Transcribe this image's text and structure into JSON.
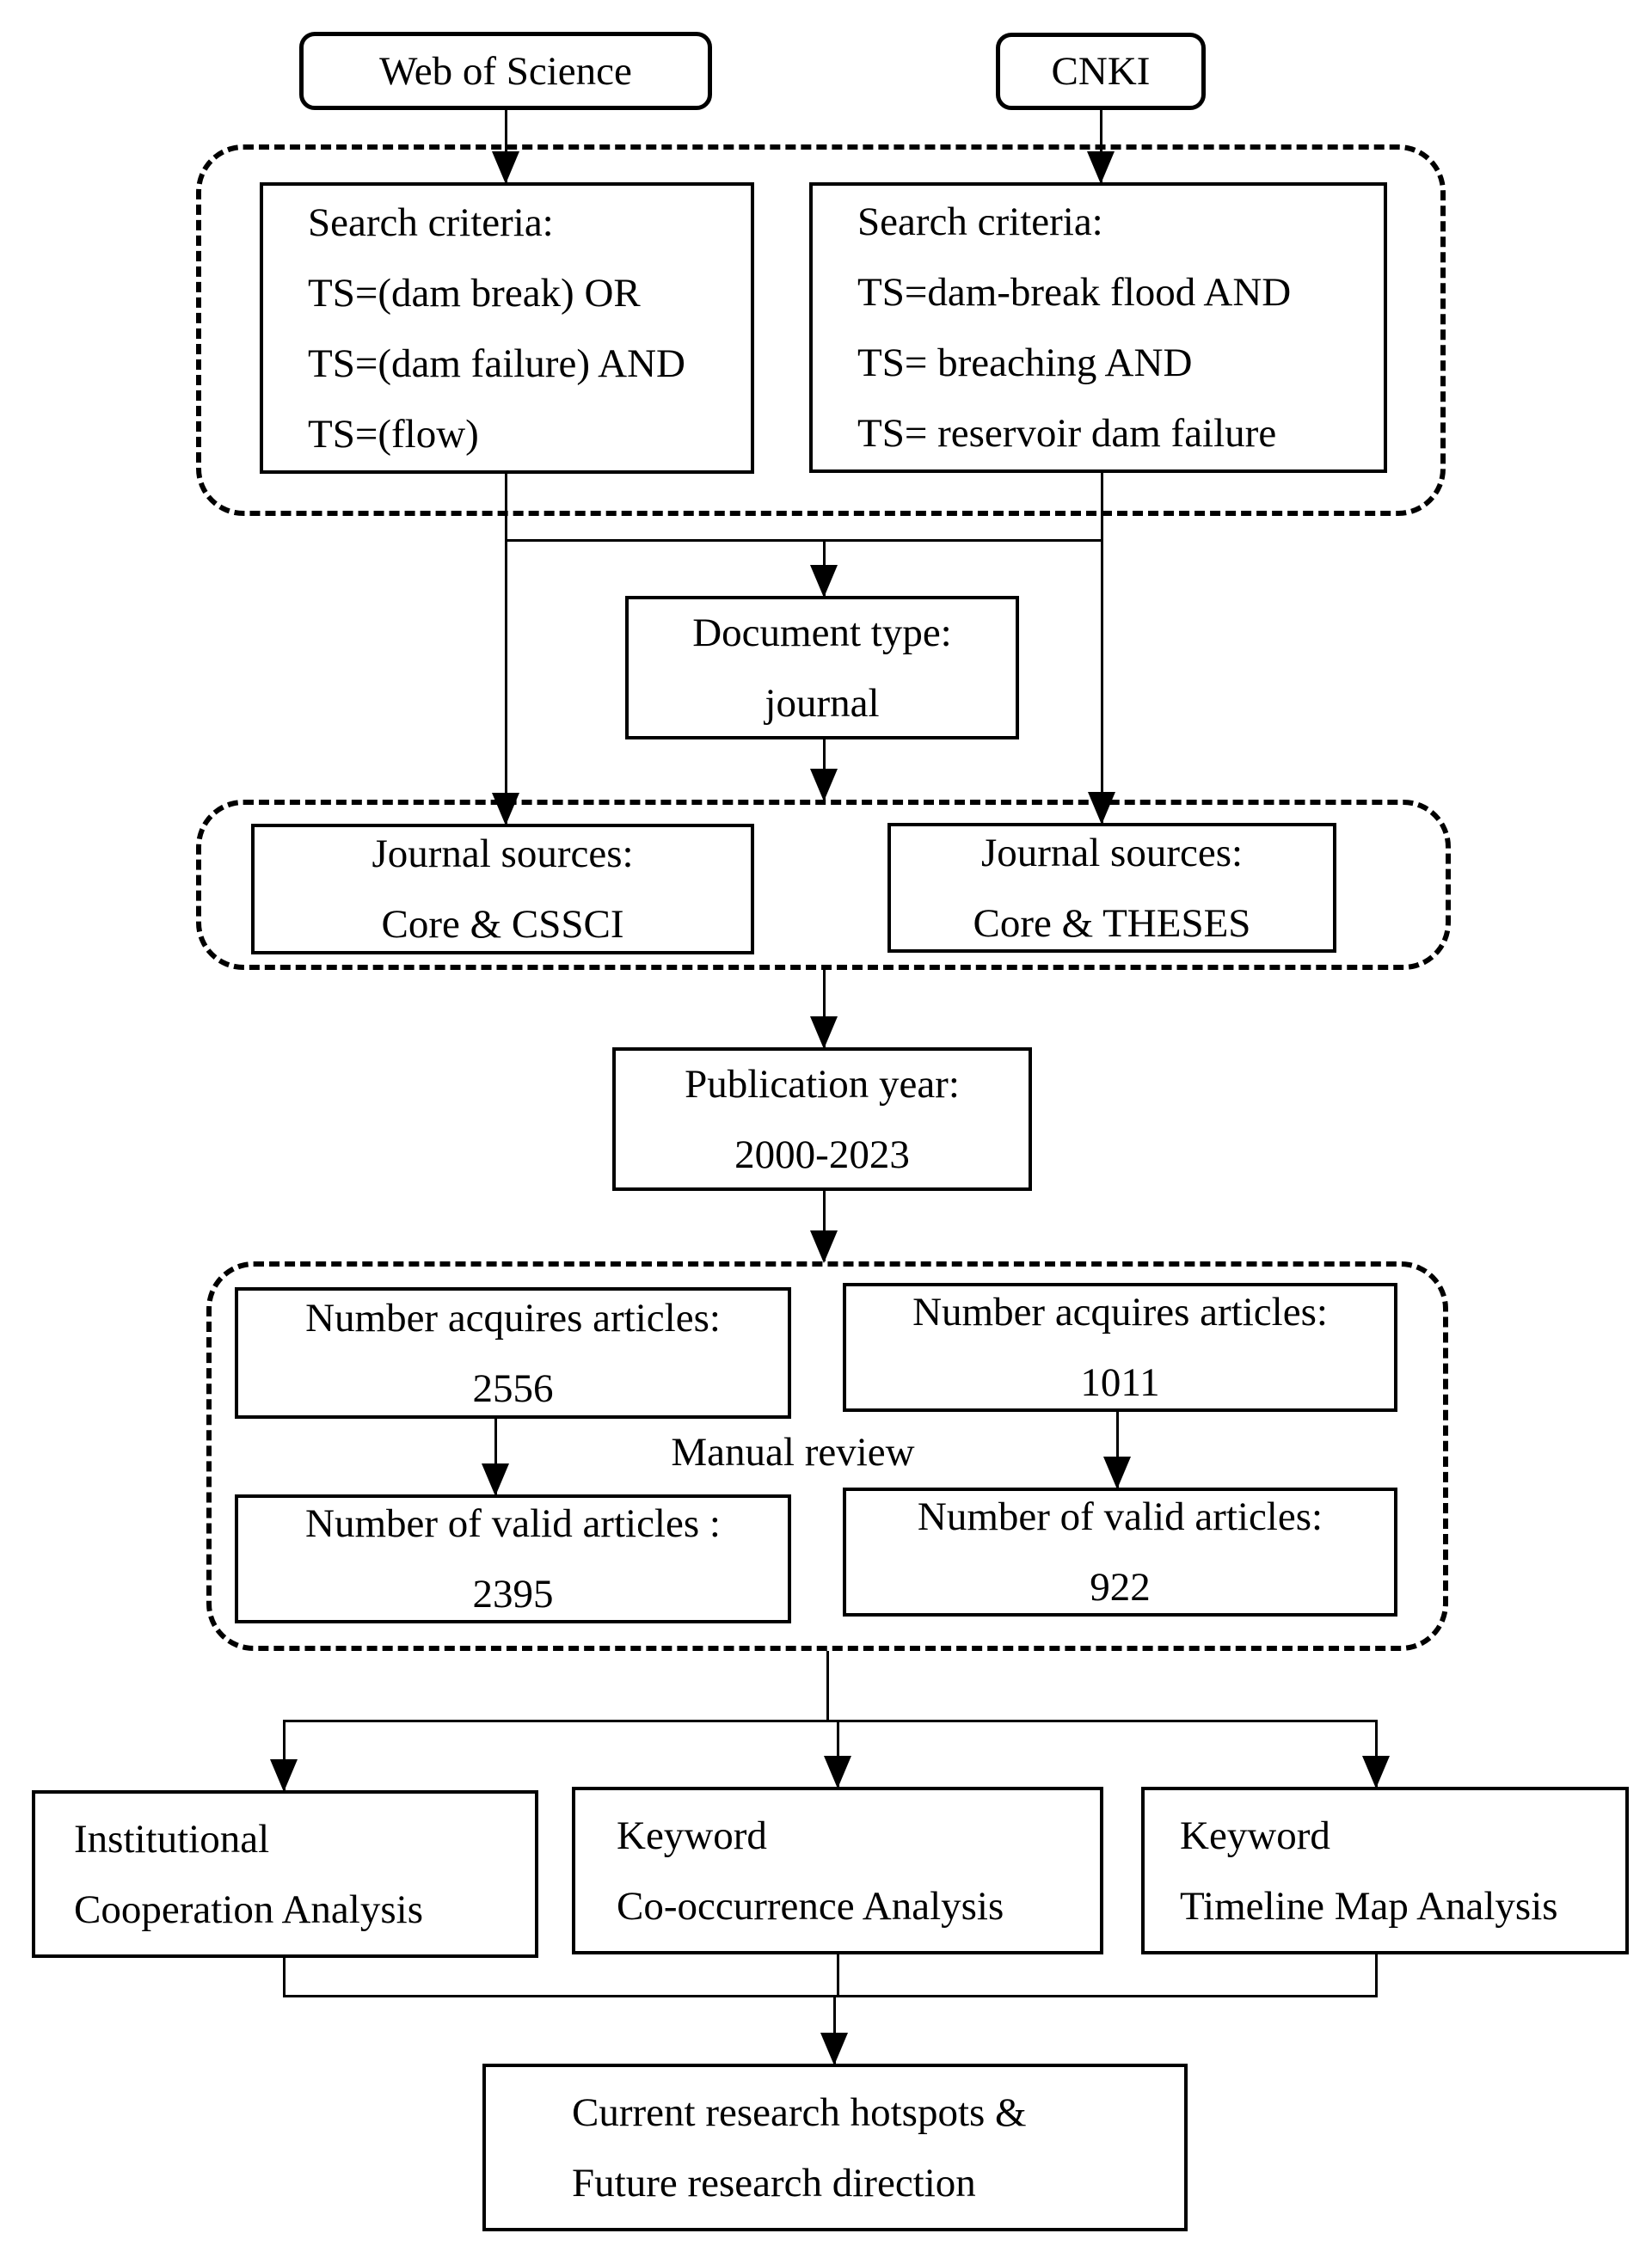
{
  "figure": {
    "type": "flowchart",
    "colors": {
      "ink": "#000000",
      "background": "#ffffff"
    },
    "nodes": {
      "wos": {
        "label": "Web of Science"
      },
      "cnki": {
        "label": "CNKI"
      },
      "search_wos": {
        "lines": [
          "Search criteria:",
          "TS=(dam break) OR",
          "TS=(dam failure) AND",
          "TS=(flow)"
        ]
      },
      "search_cnki": {
        "lines": [
          "Search criteria:",
          "TS=dam-break flood AND",
          "TS= breaching AND",
          "TS= reservoir dam failure"
        ]
      },
      "doc_type": {
        "lines": [
          "Document type:",
          "journal"
        ]
      },
      "journal_sources_wos": {
        "lines": [
          "Journal sources:",
          "Core & CSSCI"
        ]
      },
      "journal_sources_cnki": {
        "lines": [
          "Journal sources:",
          "Core & THESES"
        ]
      },
      "publication_year": {
        "lines": [
          "Publication year:",
          "2000-2023"
        ]
      },
      "acquired_wos": {
        "lines": [
          "Number acquires articles:",
          "2556"
        ]
      },
      "acquired_cnki": {
        "lines": [
          "Number acquires articles:",
          "1011"
        ]
      },
      "manual_review": {
        "label": "Manual review"
      },
      "valid_wos": {
        "lines": [
          "Number of valid articles :",
          "2395"
        ]
      },
      "valid_cnki": {
        "lines": [
          "Number of valid articles:",
          "922"
        ]
      },
      "institutional_analysis": {
        "lines": [
          "Institutional",
          "Cooperation Analysis"
        ]
      },
      "keyword_cooccurrence": {
        "lines": [
          "Keyword",
          "Co-occurrence Analysis"
        ]
      },
      "keyword_timeline": {
        "lines": [
          "Keyword",
          "Timeline Map Analysis"
        ]
      },
      "outcome": {
        "lines": [
          "Current research hotspots &",
          "Future research direction"
        ]
      }
    }
  }
}
